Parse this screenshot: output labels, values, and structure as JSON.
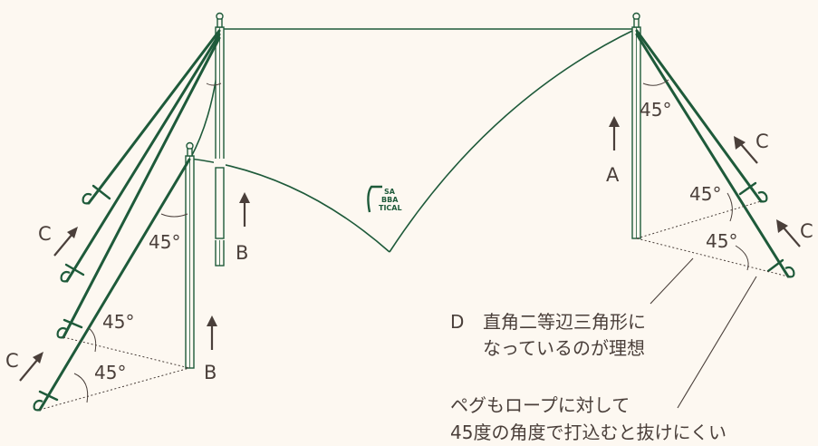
{
  "labels": {
    "angle": "45°",
    "pole_a": "A",
    "pole_b": "B",
    "guy_c": "C"
  },
  "logo": {
    "line1": "SA",
    "line2": "BBA",
    "line3": "TICAL"
  },
  "notes": {
    "d_prefix": "D",
    "d_line1": "直角二等辺三角形に",
    "d_line2": "なっているのが理想",
    "peg_line1": "ペグもロープに対して",
    "peg_line2": "45度の角度で打込むと抜けにくい"
  },
  "colors": {
    "background": "#fdf8f1",
    "rope_green": "#1e5a3a",
    "line_brown": "#4a3f3a"
  }
}
